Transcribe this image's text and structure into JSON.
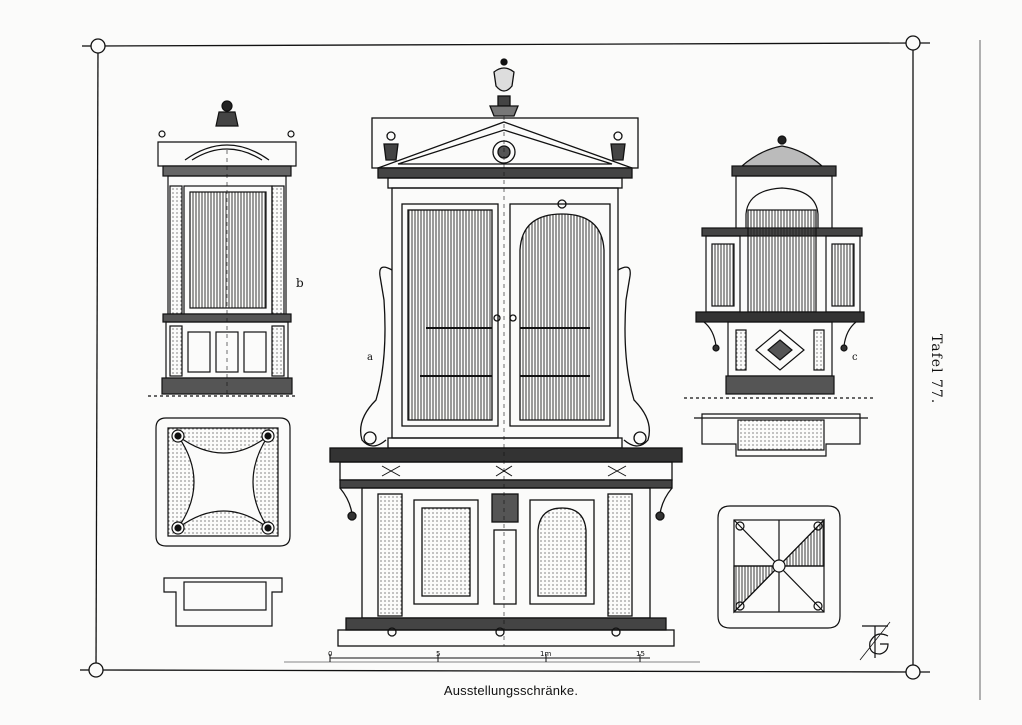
{
  "caption": "Ausstellungsschränke.",
  "plate_label": "Tafel 77.",
  "figure_labels": {
    "a": "a",
    "b": "b",
    "c": "c"
  },
  "scale_labels": [
    "0",
    "5",
    "1m",
    "15"
  ],
  "colors": {
    "ink": "#111111",
    "paper": "#fbfbfa"
  },
  "monogram": "TG"
}
